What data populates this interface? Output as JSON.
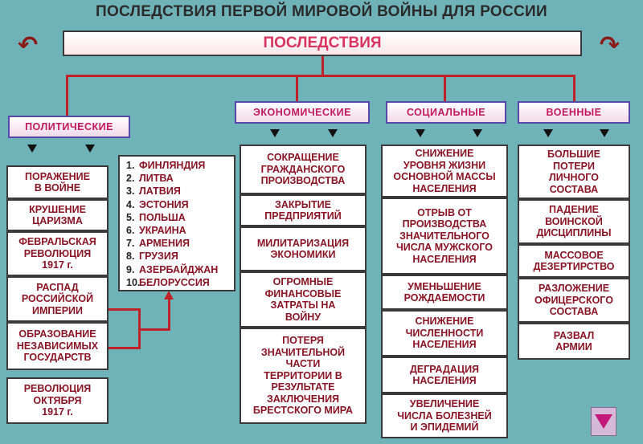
{
  "title": "ПОСЛЕДСТВИЯ ПЕРВОЙ МИРОВОЙ ВОЙНЫ ДЛЯ РОССИИ",
  "banner": "ПОСЛЕДСТВИЯ",
  "headers": {
    "political": "ПОЛИТИЧЕСКИЕ",
    "economic": "ЭКОНОМИЧЕСКИЕ",
    "social": "СОЦИАЛЬНЫЕ",
    "military": "ВОЕННЫЕ"
  },
  "political": [
    "ПОРАЖЕНИЕ\nВ ВОЙНЕ",
    "КРУШЕНИЕ\nЦАРИЗМА",
    "ФЕВРАЛЬСКАЯ\nРЕВОЛЮЦИЯ\n1917 г.",
    "РАСПАД\nРОССИЙСКОЙ\nИМПЕРИИ",
    "ОБРАЗОВАНИЕ\nНЕЗАВИСИМЫХ\nГОСУДАРСТВ",
    "РЕВОЛЮЦИЯ\nОКТЯБРЯ\n1917 г."
  ],
  "countries": [
    {
      "num": "1.",
      "name": "ФИНЛЯНДИЯ"
    },
    {
      "num": "2.",
      "name": "ЛИТВА"
    },
    {
      "num": "3.",
      "name": "ЛАТВИЯ"
    },
    {
      "num": "4.",
      "name": "ЭСТОНИЯ"
    },
    {
      "num": "5.",
      "name": "ПОЛЬША"
    },
    {
      "num": "6.",
      "name": "УКРАИНА"
    },
    {
      "num": "7.",
      "name": "АРМЕНИЯ"
    },
    {
      "num": "8.",
      "name": "ГРУЗИЯ"
    },
    {
      "num": "9.",
      "name": "АЗЕРБАЙДЖАН"
    },
    {
      "num": "10.",
      "name": "БЕЛОРУССИЯ"
    }
  ],
  "economic": [
    "СОКРАЩЕНИЕ\nГРАЖДАНСКОГО\nПРОИЗВОДСТВА",
    "ЗАКРЫТИЕ\nПРЕДПРИЯТИЙ",
    "МИЛИТАРИЗАЦИЯ\nЭКОНОМИКИ",
    "ОГРОМНЫЕ\nФИНАНСОВЫЕ\nЗАТРАТЫ НА\nВОЙНУ",
    "ПОТЕРЯ\nЗНАЧИТЕЛЬНОЙ\nЧАСТИ\nТЕРРИТОРИИ В\nРЕЗУЛЬТАТЕ\nЗАКЛЮЧЕНИЯ\nБРЕСТСКОГО МИРА"
  ],
  "social": [
    "СНИЖЕНИЕ\nУРОВНЯ ЖИЗНИ\nОСНОВНОЙ МАССЫ\nНАСЕЛЕНИЯ",
    "ОТРЫВ ОТ\nПРОИЗВОДСТВА\nЗНАЧИТЕЛЬНОГО\nЧИСЛА МУЖСКОГО\nНАСЕЛЕНИЯ",
    "УМЕНЬШЕНИЕ\nРОЖДАЕМОСТИ",
    "СНИЖЕНИЕ\nЧИСЛЕННОСТИ\nНАСЕЛЕНИЯ",
    "ДЕГРАДАЦИЯ\nНАСЕЛЕНИЯ",
    "УВЕЛИЧЕНИЕ\nЧИСЛА БОЛЕЗНЕЙ\nИ ЭПИДЕМИЙ"
  ],
  "military": [
    "БОЛЬШИЕ\nПОТЕРИ\nЛИЧНОГО\nСОСТАВА",
    "ПАДЕНИЕ\nВОИНСКОЙ\nДИСЦИПЛИНЫ",
    "МАССОВОЕ\nДЕЗЕРТИРСТВО",
    "РАЗЛОЖЕНИЕ\nОФИЦЕРСКОГО\nСОСТАВА",
    "РАЗВАЛ\nАРМИИ"
  ],
  "colors": {
    "background": "#6fb3b8",
    "header_text": "#c2185b",
    "box_text": "#8b1424",
    "connector": "#c0222a"
  }
}
